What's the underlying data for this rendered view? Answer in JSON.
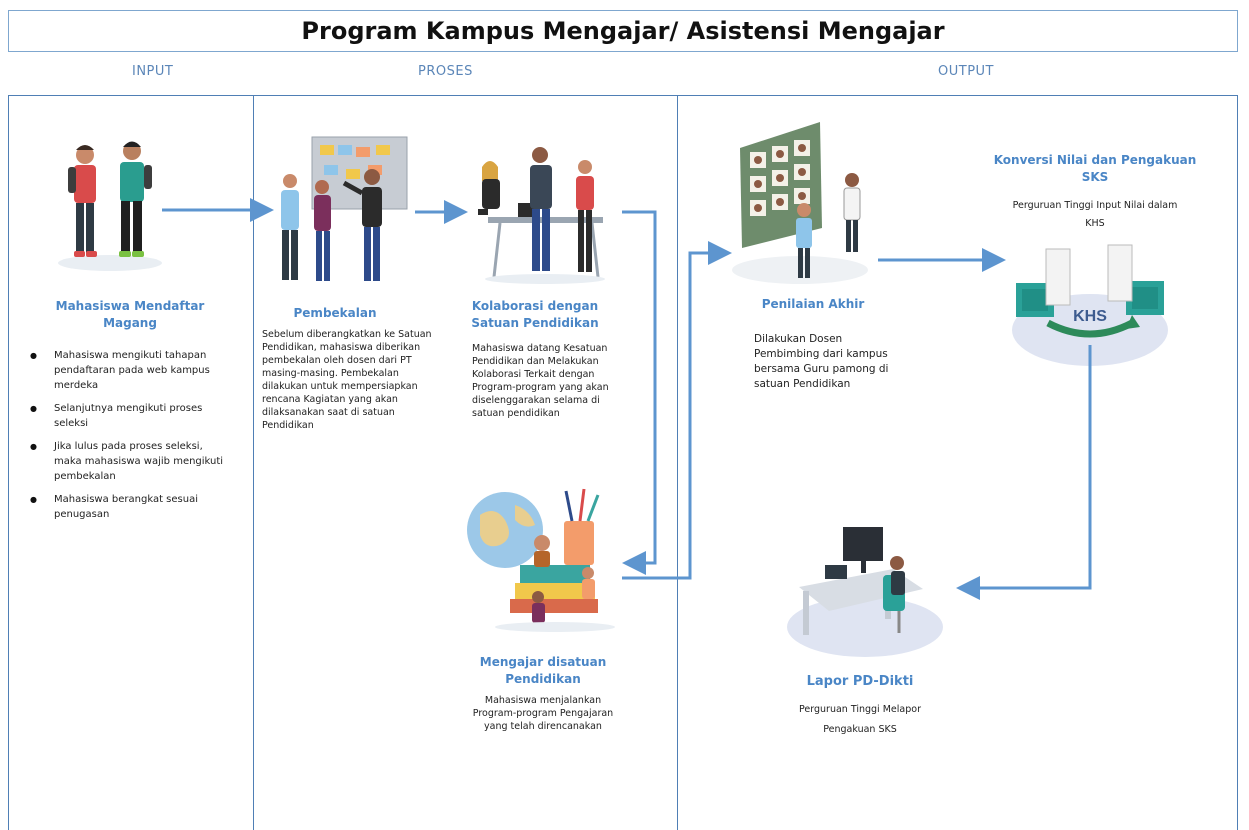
{
  "title": "Program Kampus Mengajar/ Asistensi Mengajar",
  "sections": {
    "input": "INPUT",
    "proses": "PROSES",
    "output": "OUTPUT"
  },
  "input": {
    "heading": [
      "Mahasiswa Mendaftar",
      "Magang"
    ],
    "bullets": [
      "Mahasiswa mengikuti tahapan pendaftaran pada web kampus merdeka",
      "Selanjutnya mengikuti proses seleksi",
      "Jika lulus pada proses seleksi, maka mahasiswa wajib mengikuti pembekalan",
      "Mahasiswa berangkat sesuai penugasan"
    ]
  },
  "pembekalan": {
    "heading": "Pembekalan",
    "text": "Sebelum diberangkatkan ke Satuan Pendidikan, mahasiswa diberikan pembekalan oleh dosen dari PT masing-masing. Pembekalan dilakukan untuk mempersiapkan rencana Kagiatan yang akan dilaksanakan saat di satuan Pendidikan"
  },
  "kolaborasi": {
    "heading": [
      "Kolaborasi dengan",
      "Satuan Pendidikan"
    ],
    "text": "Mahasiswa datang Kesatuan Pendidikan dan Melakukan Kolaborasi Terkait dengan Program-program yang akan diselenggarakan selama di satuan pendidikan"
  },
  "mengajar": {
    "heading": [
      "Mengajar disatuan",
      "Pendidikan"
    ],
    "text": [
      "Mahasiswa menjalankan",
      "Program-program Pengajaran",
      "yang telah direncanakan"
    ]
  },
  "penilaian": {
    "heading": "Penilaian Akhir",
    "text": "Dilakukan Dosen Pembimbing dari kampus bersama Guru pamong di satuan Pendidikan"
  },
  "konversi": {
    "heading": [
      "Konversi Nilai dan Pengakuan",
      "SKS"
    ],
    "text": [
      "Perguruan Tinggi Input Nilai dalam",
      "KHS"
    ],
    "badge": "KHS"
  },
  "lapor": {
    "heading": "Lapor PD-Dikti",
    "text": [
      "Perguruan Tinggi Melapor",
      "Pengakuan SKS"
    ]
  },
  "colors": {
    "accent": "#4a86c6",
    "arrow": "#5d95cf",
    "border": "#4f7fb5"
  }
}
